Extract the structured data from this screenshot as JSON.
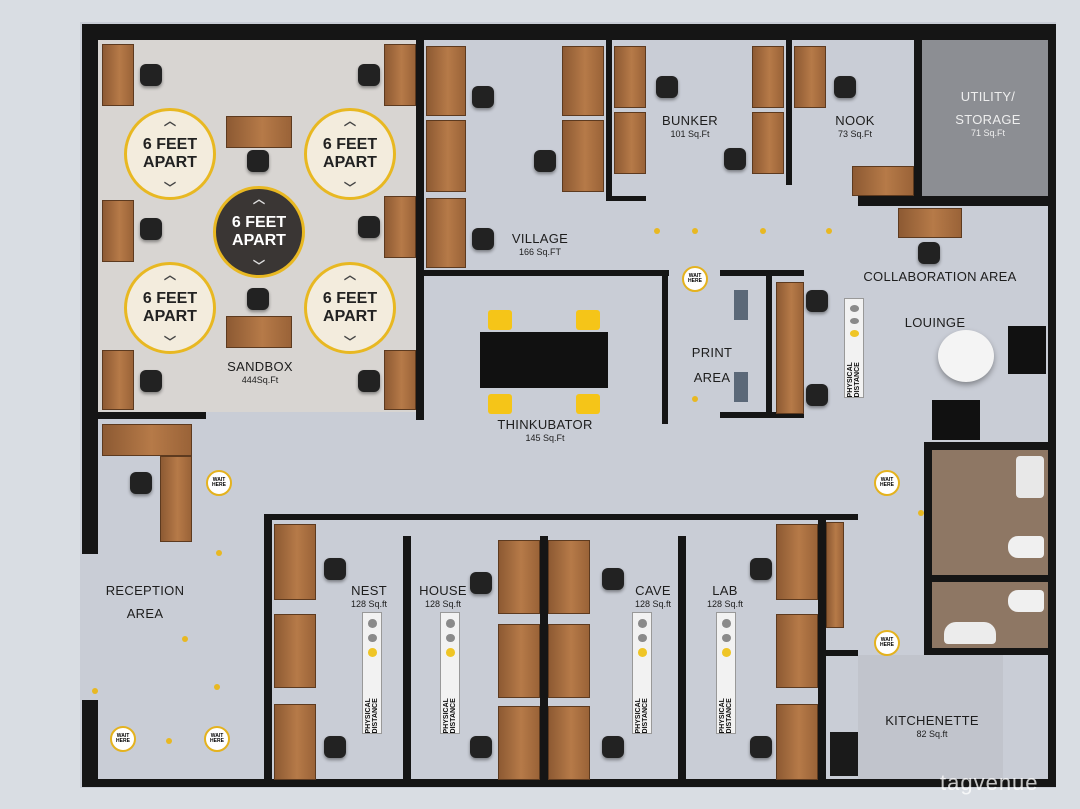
{
  "rooms": {
    "sandbox": {
      "name": "SANDBOX",
      "size": "444Sq.Ft"
    },
    "village": {
      "name": "VILLAGE",
      "size": "166 Sq.FT"
    },
    "bunker": {
      "name": "BUNKER",
      "size": "101 Sq.Ft"
    },
    "nook": {
      "name": "NOOK",
      "size": "73 Sq.Ft"
    },
    "utility": {
      "name": "UTILITY/",
      "name2": "STORAGE",
      "size": "71 Sq.Ft"
    },
    "collaboration": {
      "name": "COLLABORATION AREA"
    },
    "lounge": {
      "name": "LOUINGE"
    },
    "print": {
      "name": "PRINT",
      "name2": "AREA"
    },
    "thinkubator": {
      "name": "THINKUBATOR",
      "size": "145 Sq.Ft"
    },
    "reception": {
      "name": "RECEPTION",
      "name2": "AREA"
    },
    "nest": {
      "name": "NEST",
      "size": "128 Sq.ft"
    },
    "house": {
      "name": "HOUSE",
      "size": "128 Sq.ft"
    },
    "cave": {
      "name": "CAVE",
      "size": "128 Sq.ft"
    },
    "lab": {
      "name": "LAB",
      "size": "128 Sq.ft"
    },
    "kitchenette": {
      "name": "KITCHENETTE",
      "size": "82 Sq.ft"
    }
  },
  "distance_circles": {
    "line1": "6 FEET",
    "line2": "APART"
  },
  "physical_distance_label": "PHYSICAL DISTANCE",
  "wait_sign": "WAIT HERE",
  "watermark": "tagvenue",
  "colors": {
    "accent_yellow": "#e8b822",
    "wall": "#151515",
    "floor": "#c9cdd6",
    "desk_wood": "#b67a48"
  }
}
